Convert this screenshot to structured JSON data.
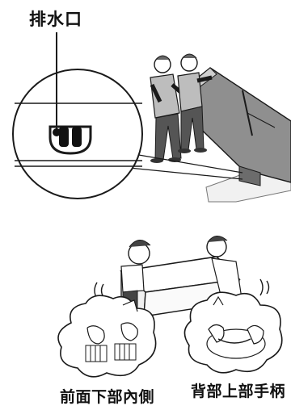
{
  "labels": {
    "drain_outlet": "排水口",
    "front_underside": "前面下部內側",
    "back_top_handle": "背部上部手柄"
  },
  "colors": {
    "line": "#1a1a1a",
    "shirt_gray": "#bdbdbd",
    "pants_gray": "#555555",
    "fridge_gray": "#8f8f8f"
  }
}
